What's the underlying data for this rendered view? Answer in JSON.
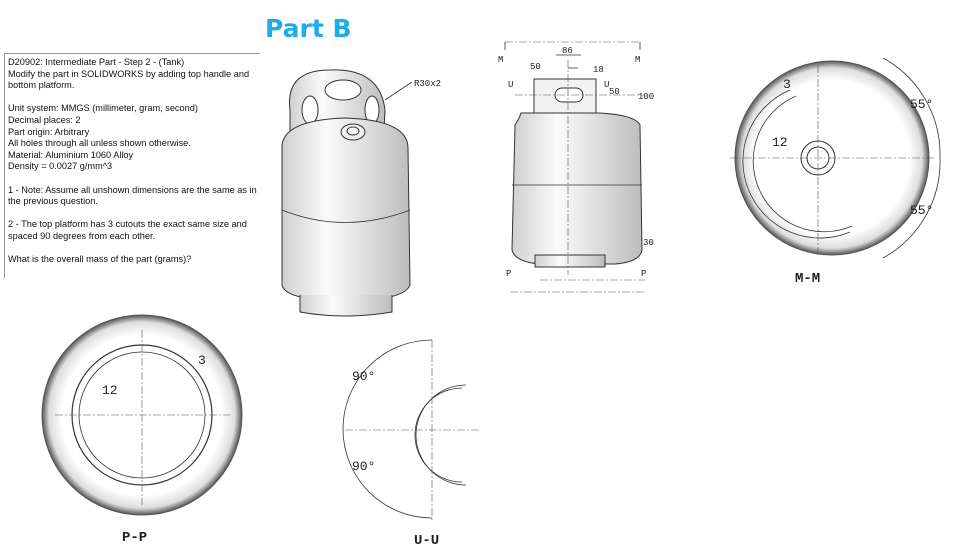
{
  "title": "Part B",
  "question": {
    "lines": [
      "D20902:  Intermediate Part - Step 2 - (Tank)",
      "Modify the part in SOLIDWORKS by adding top handle and bottom platform.",
      "",
      "Unit system: MMGS (millimeter, gram, second)",
      "Decimal places: 2",
      "Part origin: Arbitrary",
      "All holes through all unless shown otherwise.",
      "Material: Aluminium 1060 Alloy",
      "Density = 0.0027 g/mm^3",
      "",
      "1 - Note: Assume all unshown dimensions are the same as in the previous question.",
      "",
      "2 - The top platform has 3 cutouts the exact same size and spaced 90 degrees from each other.",
      "",
      "What is the overall mass of the part (grams)?"
    ]
  },
  "iso_view": {
    "radius_label": "R30x2"
  },
  "front_view": {
    "section_m": "M",
    "section_u": "U",
    "section_p": "P",
    "dims": {
      "width_86": "86",
      "slot_18": "18",
      "slot_50": "50",
      "right_50": "50",
      "height_100": "100",
      "base_30": "30"
    }
  },
  "section_mm": {
    "label": "M-M",
    "thickness": "3",
    "offset": "12",
    "angle_top": "55°",
    "angle_bottom": "55°"
  },
  "section_pp": {
    "label": "P-P",
    "thickness": "3",
    "offset": "12"
  },
  "section_uu": {
    "label": "U-U",
    "angle_top": "90°",
    "angle_bottom": "90°"
  }
}
